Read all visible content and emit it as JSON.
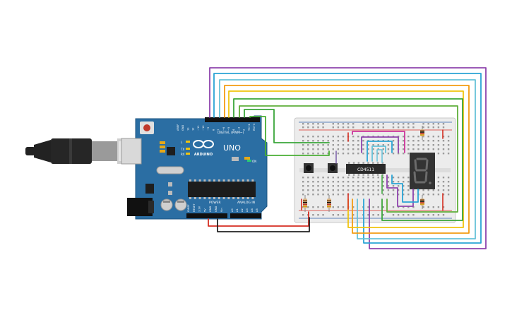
{
  "board": {
    "logo_text": "ARDUINO",
    "model": "UNO",
    "digital_header": "DIGITAL (PWM~)",
    "power_label": "POWER",
    "analog_label": "ANALOG IN",
    "led_labels": [
      "L",
      "TX",
      "RX"
    ],
    "on_label": "ON",
    "digital_pins": [
      "AREF",
      "GND",
      "13",
      "12",
      "~11",
      "~10",
      "~9",
      "8",
      "7",
      "~6",
      "~5",
      "4",
      "~3",
      "2",
      "TX→1",
      "RX←0"
    ],
    "power_pins": [
      "IOREF",
      "RESET",
      "3.3V",
      "5V",
      "GND",
      "GND",
      "Vin"
    ],
    "analog_pins": [
      "A0",
      "A1",
      "A2",
      "A3",
      "A4",
      "A5"
    ]
  },
  "ic": {
    "label": "CD4511"
  },
  "display": {
    "digit": "8."
  },
  "colors": {
    "board": "#2b6ea3",
    "purple": "#8e44ad",
    "blue": "#2aa4d5",
    "teal": "#66c2d9",
    "orange": "#f39c12",
    "yellow": "#f1c40f",
    "green": "#3aa63a",
    "red": "#d62d20",
    "black": "#222222"
  }
}
